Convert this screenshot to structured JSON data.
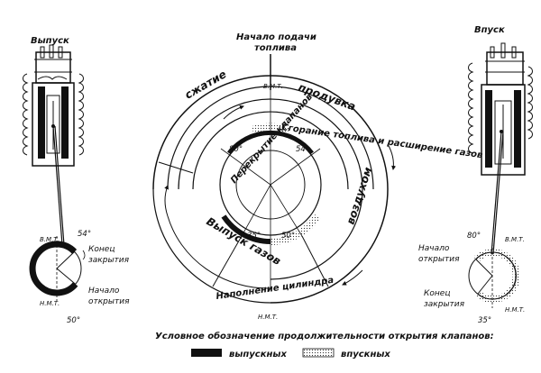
{
  "titles": {
    "exhaust": "Выпуск",
    "intake": "Впуск"
  },
  "center": {
    "fuel_start_line1": "Начало подачи",
    "fuel_start_line2": "топлива",
    "tdc": "В.М.Т.",
    "bdc": "Н.М.Т.",
    "combustion": "Сгорание топлива и расширение газов",
    "overlap": "Перекрытие клапанов",
    "stroke_compression": "сжатие",
    "stroke_exhaust_word": "продувка",
    "exhaust_of_gases": "Выпуск газов",
    "charge_word": "воздухом",
    "filling": "Наполнение цилиндра",
    "angle_80": "80°",
    "angle_54": "54°",
    "angle_35": "35°",
    "angle_50": "50°"
  },
  "left_diagram": {
    "tdc": "В.М.Т.",
    "bdc": "Н.М.Т.",
    "angle_top": "54°",
    "angle_bottom": "50°",
    "end_label_1": "Конец",
    "end_label_2": "закрытия",
    "start_label_1": "Начало",
    "start_label_2": "открытия"
  },
  "right_diagram": {
    "tdc": "В.М.Т.",
    "bdc": "Н.М.Т.",
    "angle_top": "80°",
    "angle_bottom": "35°",
    "start_label_1": "Начало",
    "start_label_2": "открытия",
    "end_label_1": "Конец",
    "end_label_2": "закрытия"
  },
  "legend": {
    "caption": "Условное обозначение продолжительности открытия клапанов:",
    "exhaust": "выпускных",
    "intake": "впускных"
  },
  "colors": {
    "ink": "#111111",
    "paper": "#ffffff"
  }
}
